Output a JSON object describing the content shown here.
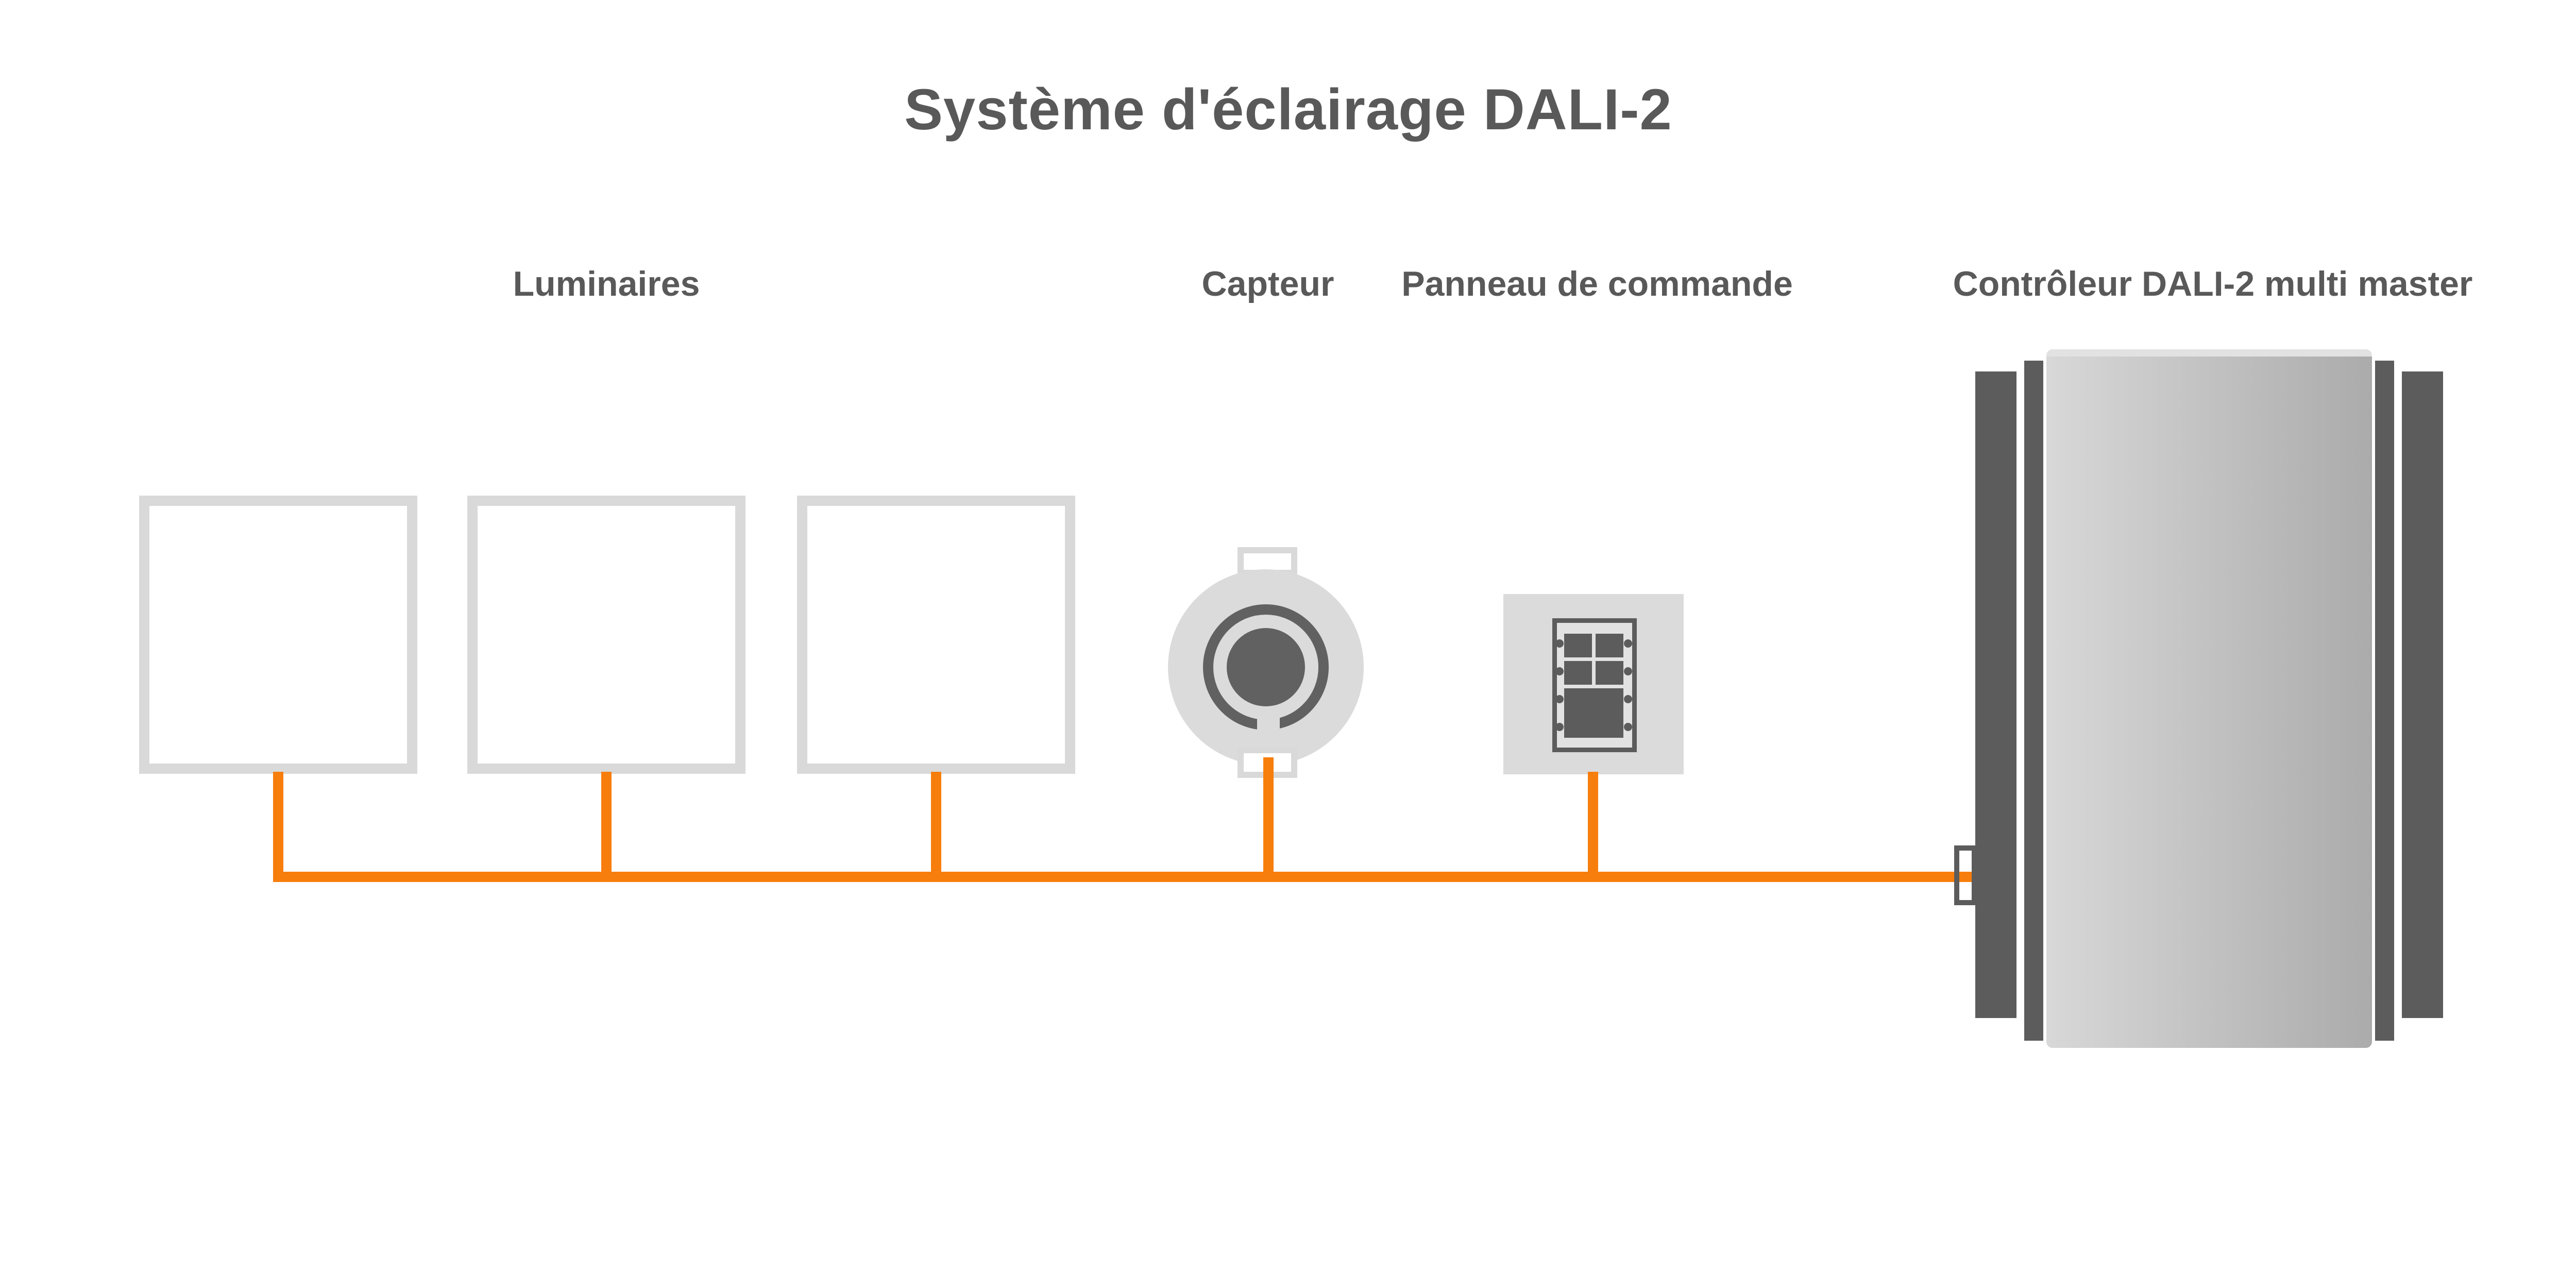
{
  "title": "Système d'éclairage DALI-2",
  "labels": {
    "luminaires": "Luminaires",
    "sensor": "Capteur",
    "control_panel": "Panneau de commande",
    "controller": "Contrôleur DALI-2 multi master"
  },
  "diagram": {
    "luminaire_count": 3,
    "bus": "DALI-2",
    "components": [
      {
        "id": "luminaires",
        "shape": "square-fixtures"
      },
      {
        "id": "sensor",
        "shape": "round-sensor"
      },
      {
        "id": "control_panel",
        "shape": "push-button-panel"
      },
      {
        "id": "controller",
        "shape": "din-cabinet-cylinder"
      }
    ]
  },
  "colors": {
    "accent_orange": "#F77E0D",
    "border_light": "#D9D9D9",
    "device_fill": "#DBDBDB",
    "dark_gray": "#5C5C5C",
    "ring_gray": "#616161",
    "text_gray": "#595959",
    "inner_panel_fill": "#E2E2E2",
    "body_gradient_start": "#D8D8D8",
    "body_gradient_end": "#ABABAB",
    "background": "#FFFFFF"
  }
}
